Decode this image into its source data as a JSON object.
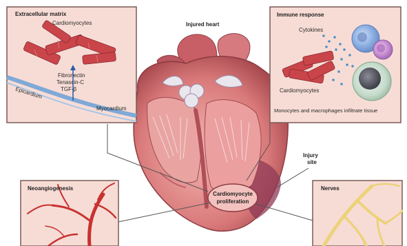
{
  "heart": {
    "title": "Injured heart",
    "center_label_line1": "Cardiomyocyte",
    "center_label_line2": "proliferation",
    "injury_label_line1": "Injury",
    "injury_label_line2": "site"
  },
  "panels": {
    "ecm": {
      "title": "Extracellular matrix",
      "cells_label": "Cardiomyocytes",
      "factor1": "Fibronectin",
      "factor2": "Tenascin-C",
      "factor3": "TGF-β",
      "epicardium_label": "Epicardium",
      "myocardium_label": "Myocardium"
    },
    "immune": {
      "title": "Immune response",
      "cytokines_label": "Cytokines",
      "cells_label": "Cardiomyocytes",
      "caption": "Monocytes and macrophages infiltrate tissue"
    },
    "neoangiogenesis": {
      "title": "Neoangiogenesis"
    },
    "nerves": {
      "title": "Nerves"
    }
  },
  "colors": {
    "panel_fill": "#f7dcd6",
    "panel_border": "#7a5a55",
    "muscle_red": "#c9454a",
    "heart_wall": "#d9797a",
    "vessel_red": "#c8322f",
    "nerve_yellow": "#ecd27a",
    "epicardium_blue": "#7fa9d6"
  }
}
